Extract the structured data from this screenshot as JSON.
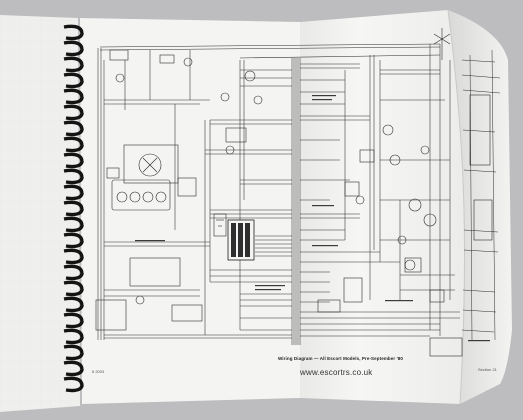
{
  "caption": {
    "title": "Wiring Diagram — All Escort Models, Pre-September '80",
    "website": "www.escortrs.co.uk"
  },
  "page_numbers": {
    "left": "6  2003",
    "right": "Section 21"
  },
  "colors": {
    "background": "#bdbcbe",
    "paper": "#f4f4f2",
    "ink": "#2a2a2a",
    "binding": "#151515"
  },
  "icons": [
    "spiral-binding-icon",
    "fan-motor-icon",
    "bulb-icon",
    "aerial-icon",
    "battery-icon",
    "fuse-box-icon"
  ]
}
